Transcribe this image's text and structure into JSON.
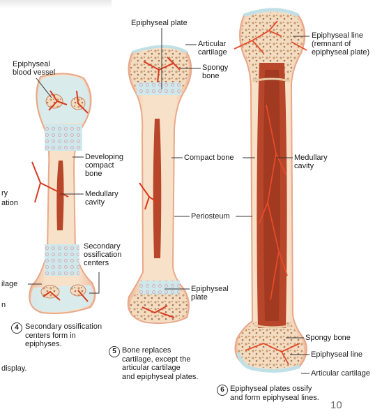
{
  "slide": {
    "page_number": "10"
  },
  "left_partial_labels": [
    "ry",
    "ation",
    "ilage",
    "n",
    "display."
  ],
  "bone4": {
    "step_number": "4",
    "caption": "Secondary ossification\ncenters form in\nepiphyses.",
    "labels": {
      "epiphyseal_blood_vessel": "Epiphyseal\nblood vessel",
      "developing_compact_bone": "Developing\ncompact\nbone",
      "medullary_cavity": "Medullary\ncavity",
      "secondary_ossification_centers": "Secondary\nossification\ncenters"
    }
  },
  "bone5": {
    "step_number": "5",
    "caption": "Bone replaces\ncartilage, except the\narticular cartilage\nand epiphyseal plates.",
    "labels": {
      "epiphyseal_plate_top": "Epiphyseal plate",
      "articular_cartilage": "Articular\ncartilage",
      "spongy_bone": "Spongy\nbone",
      "compact_bone": "Compact bone",
      "periosteum": "Periosteum",
      "epiphyseal_plate_bottom": "Epiphyseal\nplate"
    }
  },
  "bone6": {
    "step_number": "6",
    "caption": "Epiphyseal plates ossify\nand form epiphyseal lines.",
    "labels": {
      "epiphyseal_line_top": "Epiphyseal line\n(remnant of\nepiphyseal plate)",
      "medullary_cavity": "Medullary\ncavity",
      "spongy_bone": "Spongy bone",
      "epiphyseal_line_bottom": "Epiphyseal line",
      "articular_cartilage": "Articular cartilage"
    }
  },
  "colors": {
    "bone": "#f5ddc2",
    "periosteum": "#f0b89a",
    "cartilage": "#cfe8ec",
    "marrow": "#b8462a",
    "vessel": "#d83a1f",
    "leader": "#333333"
  }
}
